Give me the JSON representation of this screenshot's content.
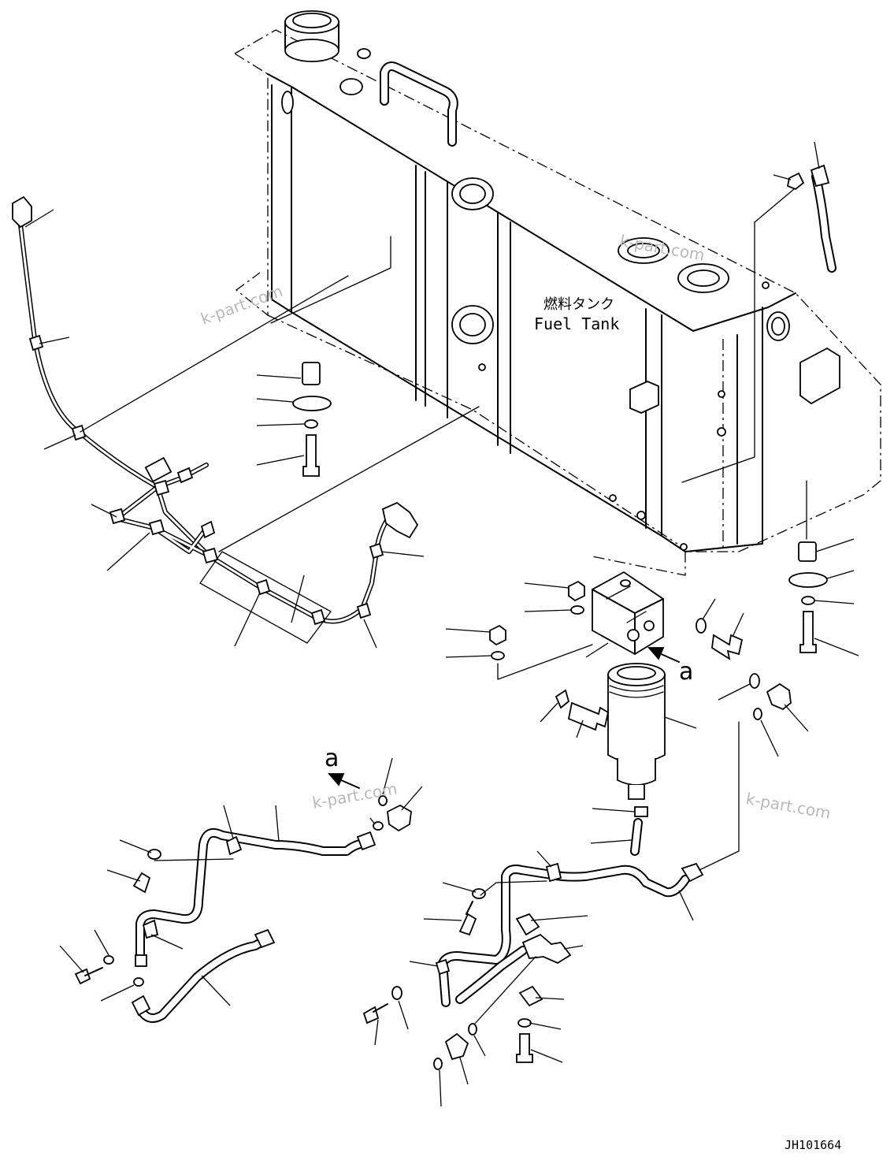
{
  "diagram": {
    "tank_label_jp": "燃料タンク",
    "tank_label_en": "Fuel Tank",
    "view_marker": "a",
    "drawing_code": "JH101664",
    "watermark": "k-part.com"
  }
}
